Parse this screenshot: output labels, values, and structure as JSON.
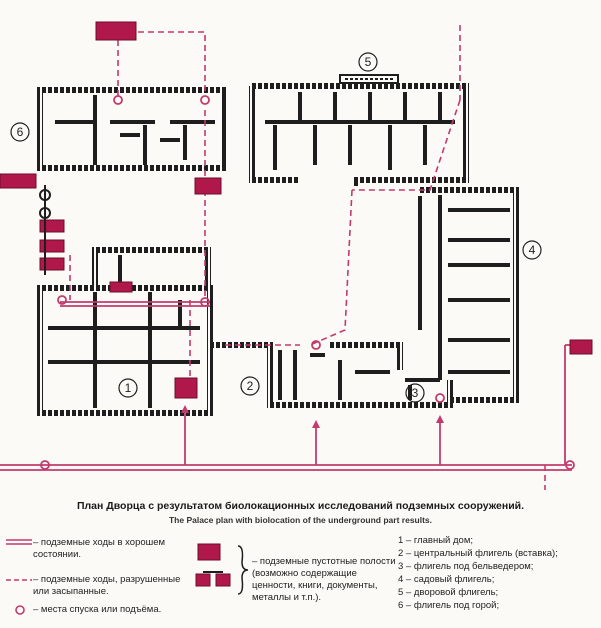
{
  "plan": {
    "wing_numbers": [
      "1",
      "2",
      "3",
      "4",
      "5",
      "6"
    ],
    "colors": {
      "wall": "#1e1e1e",
      "tunnel": "#c23a6e",
      "void": "#b0174a"
    }
  },
  "caption": {
    "ru": "План Дворца с результатом биолокационных исследований подземных сооружений.",
    "en": "The Palace plan with biolocation of the underground part results."
  },
  "legend": {
    "good": "– подземные ходы в хорошем состоянии.",
    "destroyed": "– подземные ходы, разрушенные или засыпанные.",
    "points": "– места спуска или подъёма.",
    "voids": "– подземные пустотные полости (возможно содержащие ценности, книги, документы, металлы и т.п.)."
  },
  "wings": [
    "1 – главный дом;",
    "2 – центральный флигель (вставка);",
    "3 – флигель под бельведером;",
    "4 – садовый флигель;",
    "5 – дворовой флигель;",
    "6 – флигель под горой;"
  ]
}
